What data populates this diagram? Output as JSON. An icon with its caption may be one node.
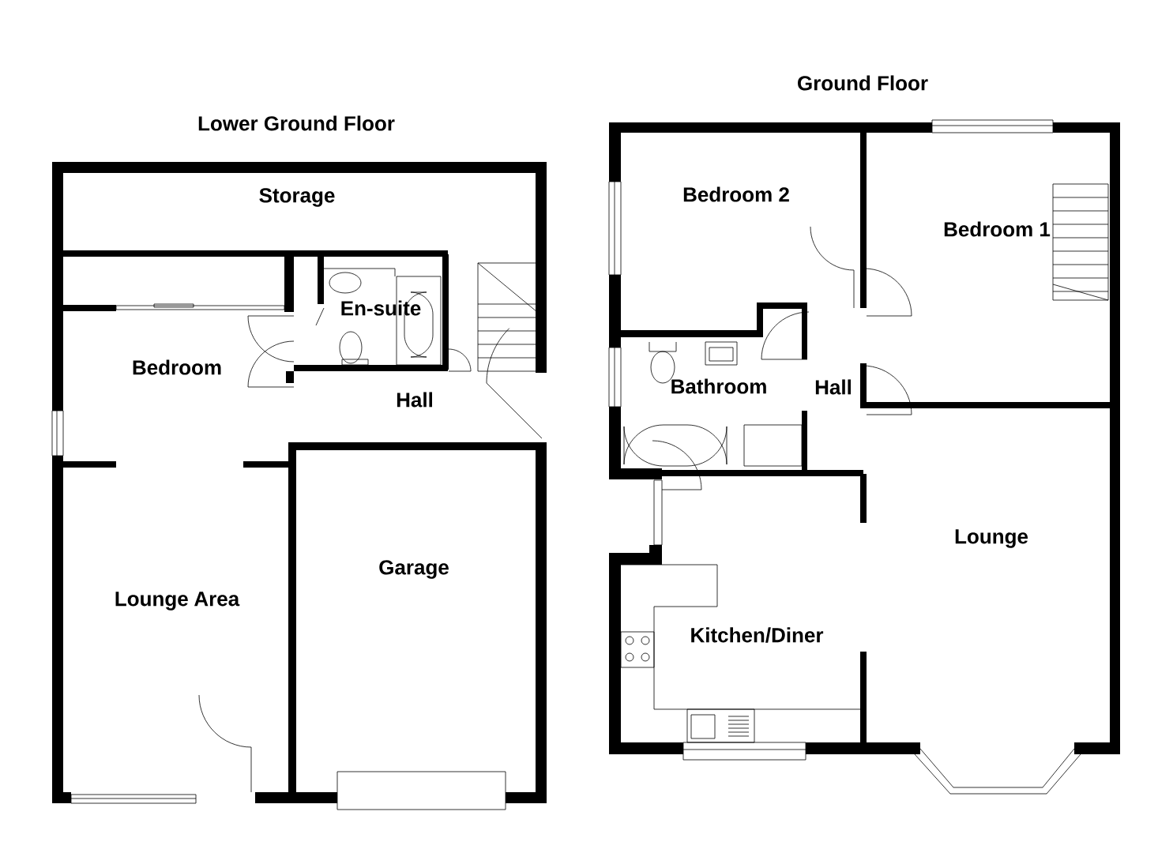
{
  "diagram": {
    "labels": [
      "Lower Ground Floor",
      "Storage",
      "En-suite",
      "Bedroom",
      "Hall",
      "Garage",
      "Lounge Area",
      "Ground Floor",
      "Bedroom 2",
      "Bedroom 1",
      "Bathroom",
      "Hall",
      "Lounge",
      "Kitchen/Diner"
    ]
  }
}
